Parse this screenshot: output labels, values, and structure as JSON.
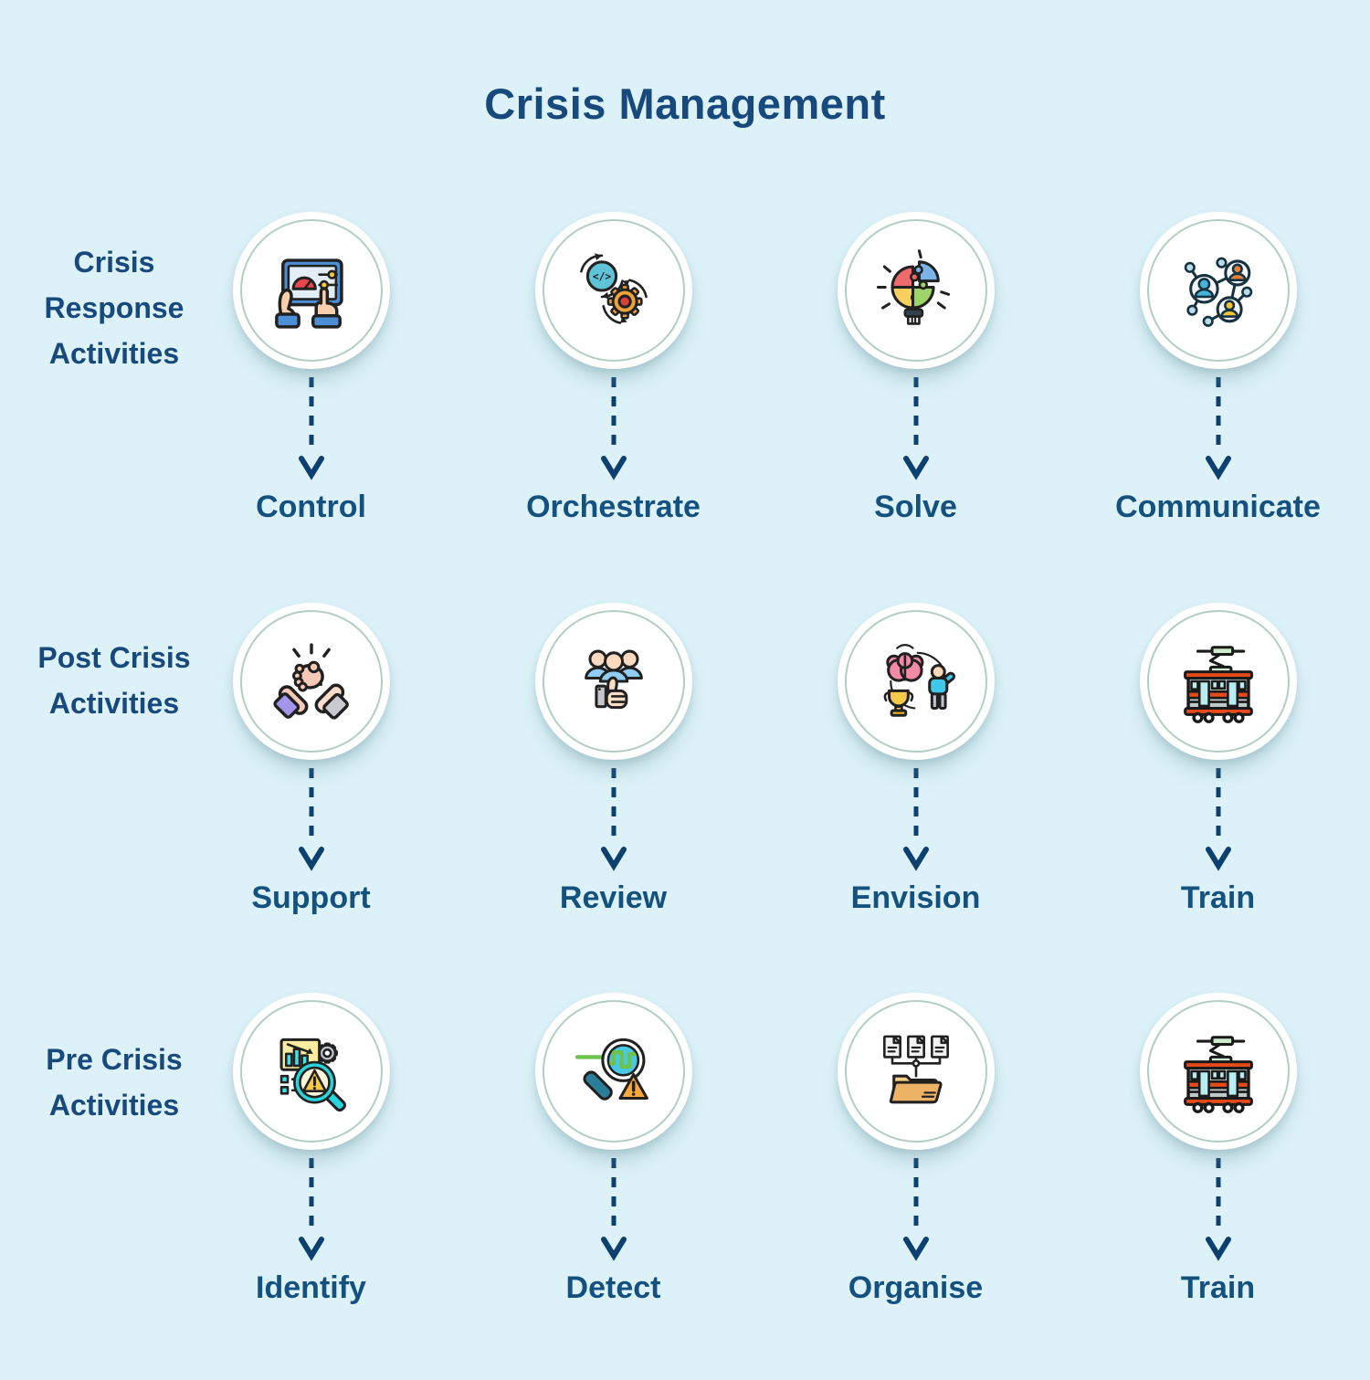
{
  "title": "Crisis Management",
  "colors": {
    "background": "#dcf2f8",
    "title_text": "#17497c",
    "label_text": "#14517f",
    "arrow": "#0d3f6f",
    "circle_ring": "#b2cec3",
    "circle_fill": "#ffffff"
  },
  "rows": [
    {
      "label": "Crisis Response Activities",
      "items": [
        {
          "label": "Control",
          "icon": "tablet-control-icon"
        },
        {
          "label": "Orchestrate",
          "icon": "code-gear-sync-icon"
        },
        {
          "label": "Solve",
          "icon": "puzzle-bulb-icon"
        },
        {
          "label": "Communicate",
          "icon": "people-network-icon"
        }
      ]
    },
    {
      "label": "Post Crisis Activities",
      "items": [
        {
          "label": "Support",
          "icon": "clasped-hands-icon"
        },
        {
          "label": "Review",
          "icon": "team-thumbs-up-icon"
        },
        {
          "label": "Envision",
          "icon": "brain-trophy-person-icon"
        },
        {
          "label": "Train",
          "icon": "tram-icon"
        }
      ]
    },
    {
      "label": "Pre Crisis Activities",
      "items": [
        {
          "label": "Identify",
          "icon": "chart-magnifier-warning-icon"
        },
        {
          "label": "Detect",
          "icon": "magnifier-signal-warning-icon"
        },
        {
          "label": "Organise",
          "icon": "documents-folder-icon"
        },
        {
          "label": "Train",
          "icon": "tram-icon"
        }
      ]
    }
  ]
}
